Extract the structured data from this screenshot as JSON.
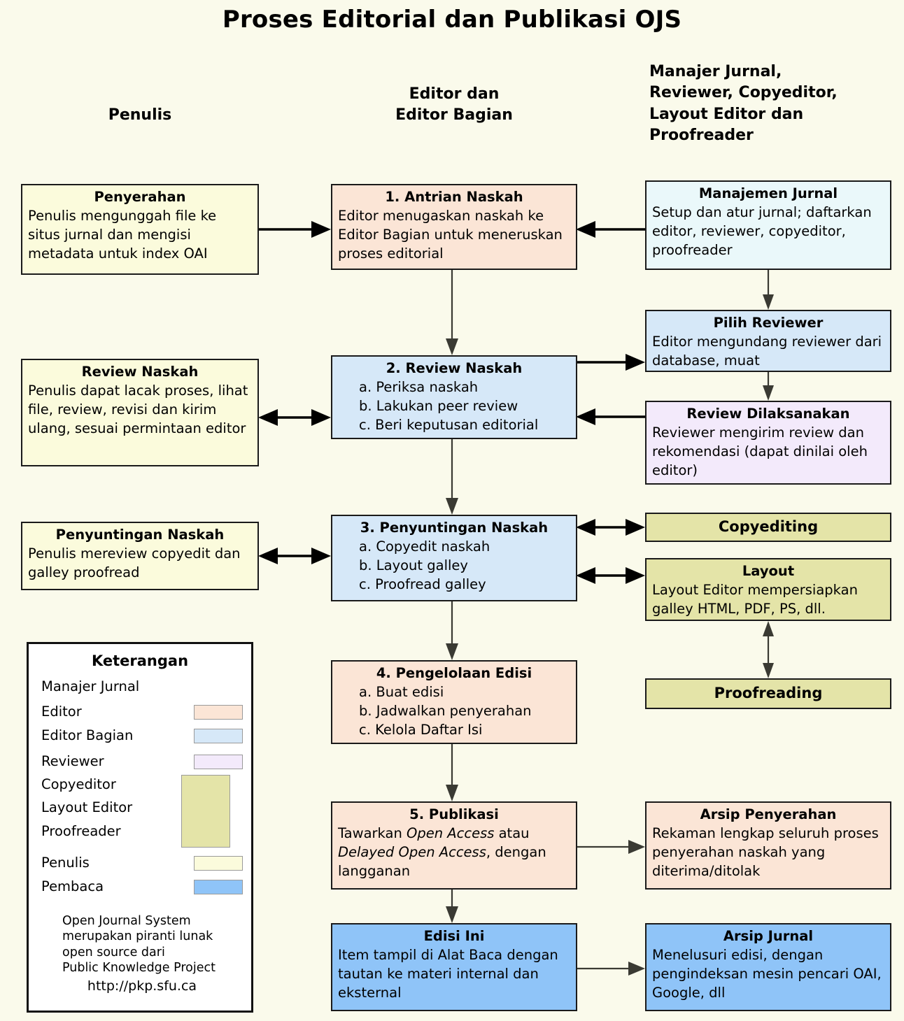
{
  "title": "Proses Editorial dan Publikasi OJS",
  "columns": {
    "authors": "Penulis",
    "editors": "Editor dan\nEditor Bagian",
    "others": "Manajer Jurnal,\nReviewer, Copyeditor,\nLayout Editor dan\nProofreader"
  },
  "boxes": {
    "penyerahan": {
      "title": "Penyerahan",
      "body": "Penulis mengunggah file ke situs jurnal dan mengisi metadata untuk index OAI",
      "color": "#FBFBDC",
      "role": "Penulis"
    },
    "antrian_naskah": {
      "title": "1. Antrian Naskah",
      "body": "Editor menugaskan naskah ke Editor Bagian untuk meneruskan proses editorial",
      "color": "#FBE5D6",
      "role": "Editor"
    },
    "manajemen_jurnal": {
      "title": "Manajemen Jurnal",
      "body": "Setup dan atur jurnal; daftarkan editor, reviewer, copyeditor, proofreader",
      "color": "#EAF8FA",
      "role": "Manajer Jurnal"
    },
    "review_naskah_penulis": {
      "title": "Review Naskah",
      "body": "Penulis dapat lacak proses, lihat file, review, revisi dan kirim ulang, sesuai permintaan editor",
      "color": "#FBFBDC",
      "role": "Penulis"
    },
    "review_naskah": {
      "title": "2. Review Naskah",
      "items": [
        "a. Periksa naskah",
        "b. Lakukan peer review",
        "c. Beri keputusan editorial"
      ],
      "color": "#D6E8F8",
      "role": "Editor Bagian"
    },
    "pilih_reviewer": {
      "title": "Pilih Reviewer",
      "body": "Editor mengundang reviewer dari database, muat",
      "color": "#D6E8F8",
      "role": "Editor Bagian"
    },
    "review_dilaksanakan": {
      "title": "Review Dilaksanakan",
      "body": "Reviewer mengirim review dan rekomendasi (dapat dinilai oleh editor)",
      "color": "#F3EAFB",
      "role": "Reviewer"
    },
    "penyuntingan_penulis": {
      "title": "Penyuntingan Naskah",
      "body": "Penulis mereview copyedit dan galley proofread",
      "color": "#FBFBDC",
      "role": "Penulis"
    },
    "penyuntingan_naskah": {
      "title": "3. Penyuntingan Naskah",
      "items": [
        "a. Copyedit naskah",
        "b. Layout galley",
        "c. Proofread galley"
      ],
      "color": "#D6E8F8",
      "role": "Editor Bagian"
    },
    "copyediting": {
      "title": "Copyediting",
      "color": "#E4E4A8",
      "role": "Copyeditor"
    },
    "layout": {
      "title": "Layout",
      "body": "Layout Editor mempersiapkan galley HTML, PDF, PS, dll.",
      "color": "#E4E4A8",
      "role": "Layout Editor"
    },
    "proofreading": {
      "title": "Proofreading",
      "color": "#E4E4A8",
      "role": "Proofreader"
    },
    "pengelolaan_edisi": {
      "title": "4. Pengelolaan Edisi",
      "items": [
        "a. Buat edisi",
        "b. Jadwalkan penyerahan",
        "c. Kelola Daftar Isi"
      ],
      "color": "#FBE5D6",
      "role": "Editor"
    },
    "publikasi": {
      "title": "5. Publikasi",
      "body_html": "Tawarkan <em>Open Access</em> atau <em>Delayed Open Access</em>, dengan langganan",
      "body": "Tawarkan Open Access atau Delayed Open Access, dengan langganan",
      "color": "#FBE5D6",
      "role": "Editor"
    },
    "arsip_penyerahan": {
      "title": "Arsip Penyerahan",
      "body": "Rekaman lengkap seluruh proses penyerahan naskah yang diterima/ditolak",
      "color": "#FBE5D6",
      "role": "Editor"
    },
    "edisi_ini": {
      "title": "Edisi Ini",
      "body": "Item tampil di Alat Baca dengan tautan ke materi internal dan eksternal",
      "color": "#8FC4F8",
      "role": "Pembaca"
    },
    "arsip_jurnal": {
      "title": "Arsip Jurnal",
      "body": "Menelusuri edisi, dengan pengindeksan mesin pencari OAI, Google, dll",
      "color": "#8FC4F8",
      "role": "Pembaca"
    }
  },
  "legend": {
    "title": "Keterangan",
    "rows": [
      {
        "label": "Manajer Jurnal",
        "swatch": null
      },
      {
        "label": "Editor",
        "swatch": "#FBE5D6"
      },
      {
        "label": "Editor Bagian",
        "swatch": "#D6E8F8"
      },
      {
        "label": "Reviewer",
        "swatch": "#F3EAFB"
      },
      {
        "label": "Copyeditor",
        "swatch": "#E4E4A8"
      },
      {
        "label": "Layout Editor",
        "swatch": "#E4E4A8"
      },
      {
        "label": "Proofreader",
        "swatch": "#E4E4A8"
      },
      {
        "label": "Penulis",
        "swatch": "#FBFBDC"
      },
      {
        "label": "Pembaca",
        "swatch": "#8FC4F8"
      }
    ],
    "note": "Open Journal System\nmerupakan piranti lunak\nopen source dari\nPublic Knowledge Project",
    "url": "http://pkp.sfu.ca"
  }
}
